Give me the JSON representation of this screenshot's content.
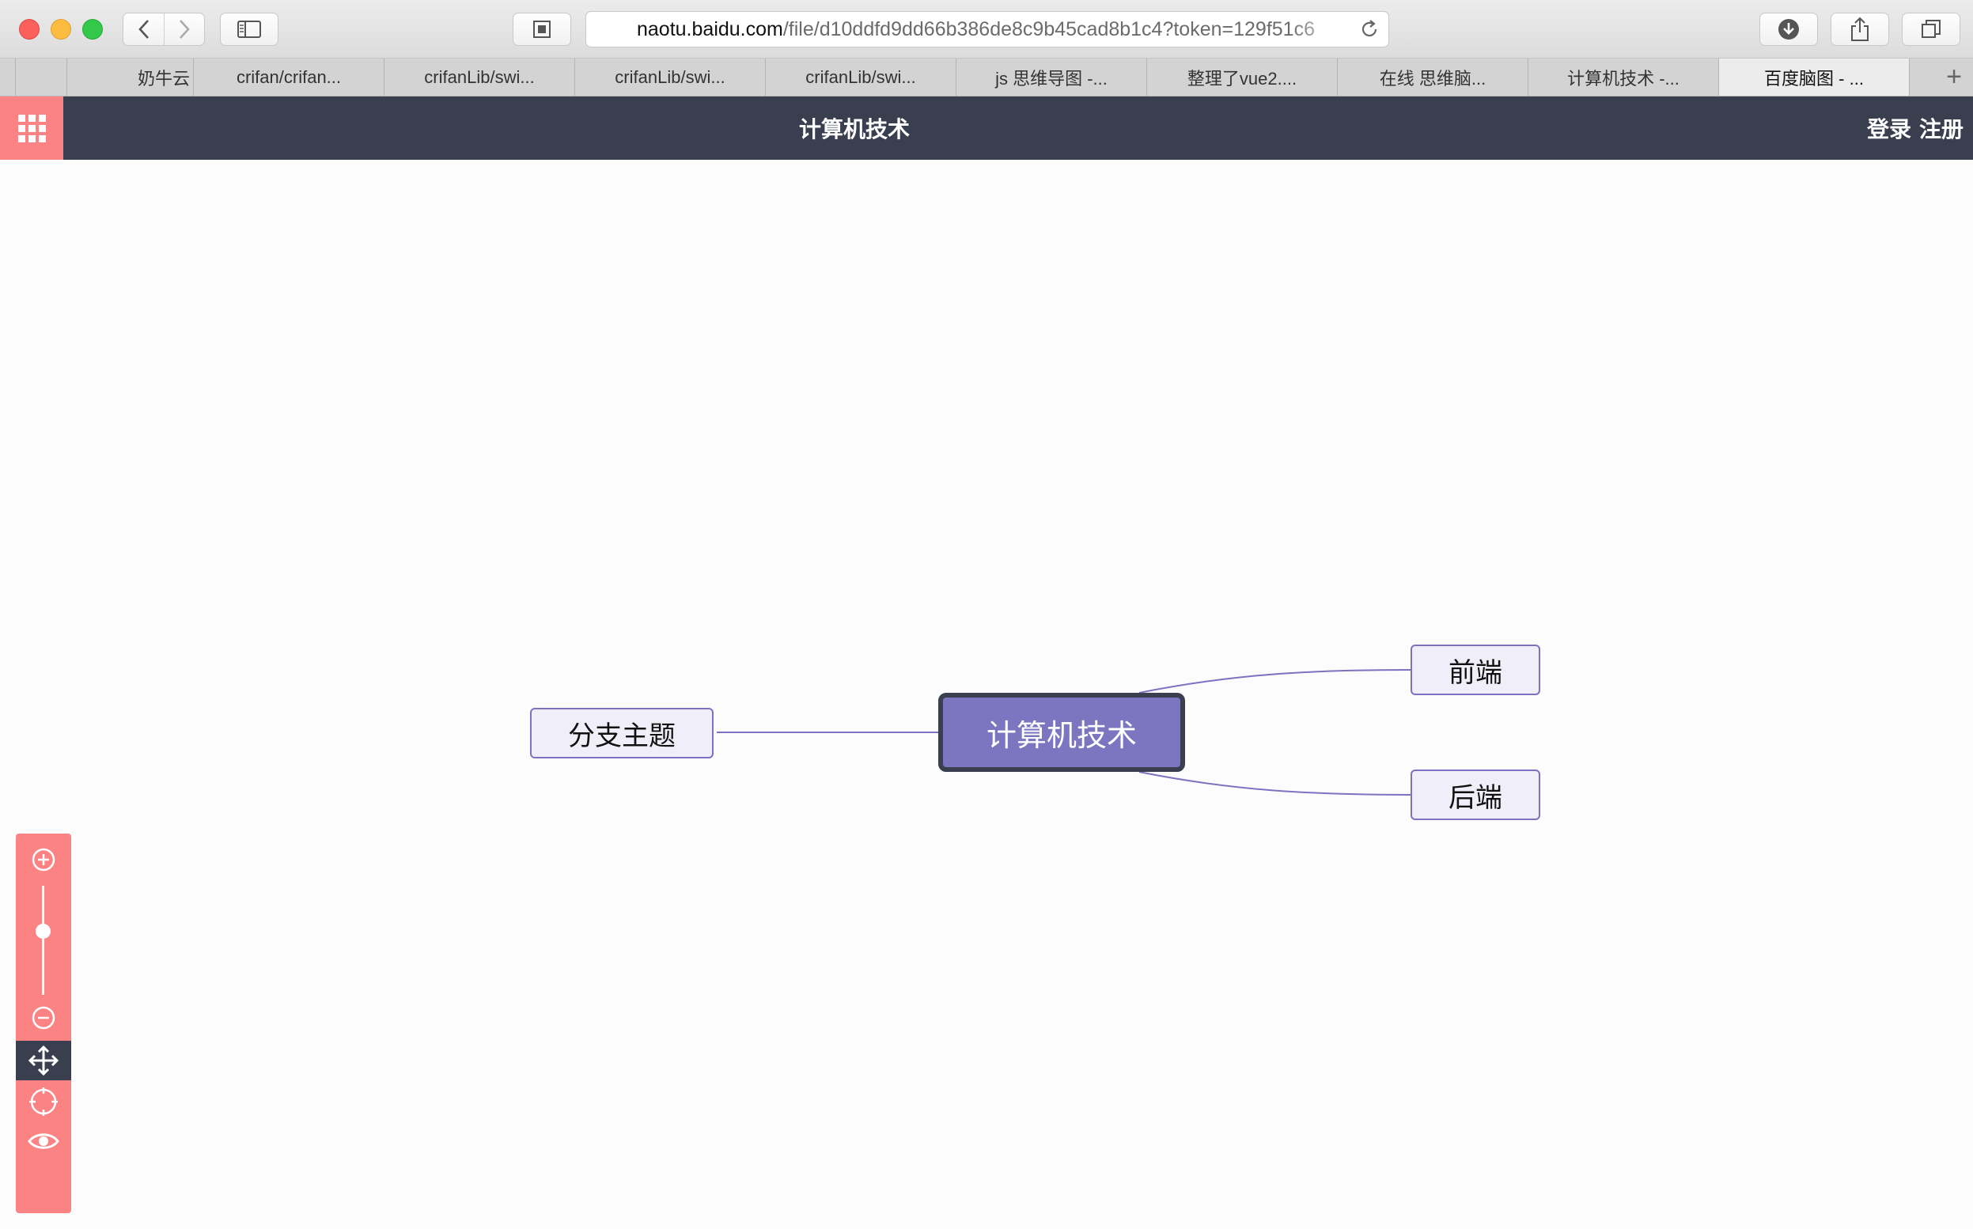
{
  "browser": {
    "url_host": "naotu.baidu.com",
    "url_path": "/file/d10ddfd9dd66b386de8c9b45cad8b1c4?token=129f51c6",
    "icons": {
      "back": "chevron-left-icon",
      "forward": "chevron-right-icon",
      "sidebar": "sidebar-icon",
      "reader": "reader-icon",
      "reload": "reload-icon",
      "download": "download-icon",
      "share": "share-icon",
      "tabs": "tabs-overview-icon"
    },
    "tabs": [
      {
        "label": ""
      },
      {
        "label": ""
      },
      {
        "label": "奶牛云"
      },
      {
        "label": "crifan/crifan..."
      },
      {
        "label": "crifanLib/swi..."
      },
      {
        "label": "crifanLib/swi..."
      },
      {
        "label": "crifanLib/swi..."
      },
      {
        "label": "js 思维导图 -..."
      },
      {
        "label": "整理了vue2...."
      },
      {
        "label": "在线 思维脑..."
      },
      {
        "label": "计算机技术 -..."
      },
      {
        "label": "百度脑图 - ...",
        "active": true
      }
    ],
    "new_tab_label": "+"
  },
  "app": {
    "title": "计算机技术",
    "login": "登录",
    "register": "注册",
    "colors": {
      "header_bg": "#393f4f",
      "accent": "#fc8383",
      "root_node": "#7c76c1",
      "connector": "#7b72c0"
    }
  },
  "mindmap": {
    "root": "计算机技术",
    "left_children": [
      "分支主题"
    ],
    "right_children": [
      "前端",
      "后端"
    ]
  },
  "toolbar": {
    "icons": {
      "zoom_in": "zoom-in-icon",
      "zoom_out": "zoom-out-icon",
      "hand": "move-hand-icon",
      "locate": "locate-root-icon",
      "preview": "eye-icon"
    },
    "zoom_level_fraction": 0.42
  }
}
